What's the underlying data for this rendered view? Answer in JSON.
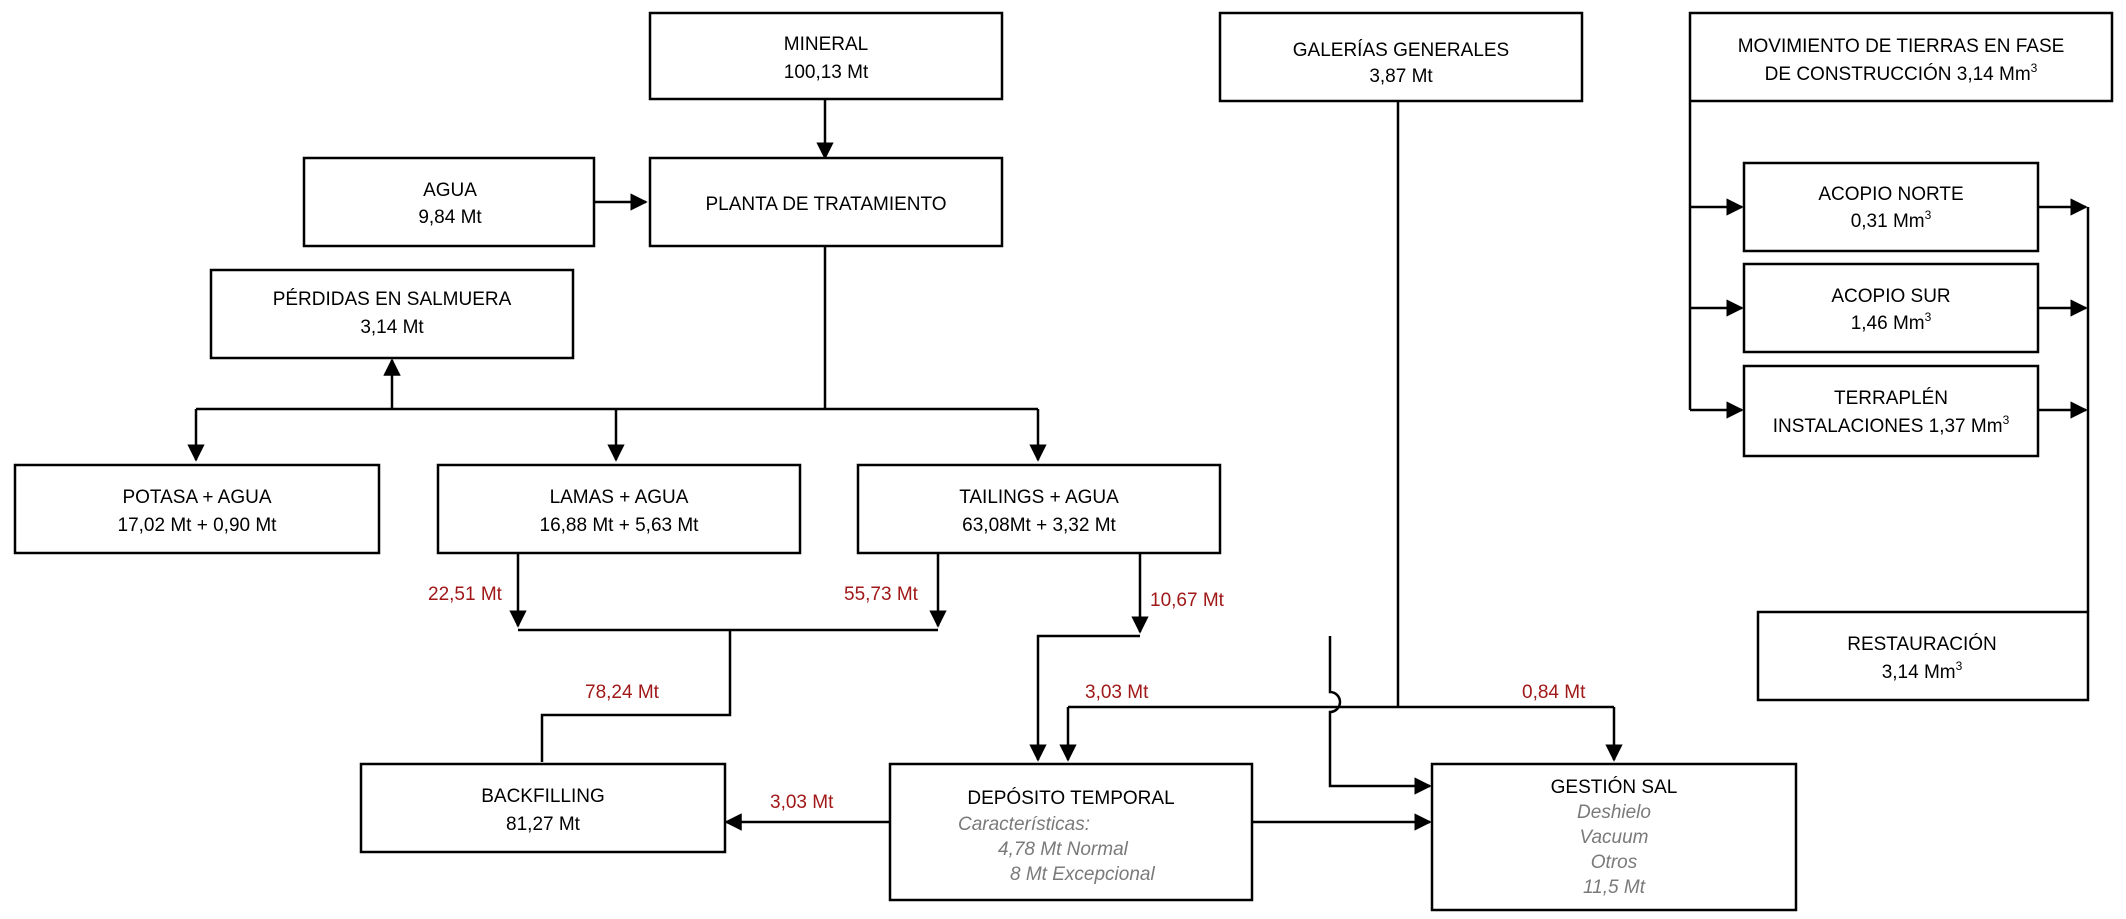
{
  "nodes": {
    "mineral": {
      "line1": "MINERAL",
      "line2": "100,13 Mt"
    },
    "agua": {
      "line1": "AGUA",
      "line2": "9,84 Mt"
    },
    "planta": {
      "line1": "PLANTA DE TRATAMIENTO"
    },
    "perdidas": {
      "line1": "PÉRDIDAS EN SALMUERA",
      "line2": "3,14 Mt"
    },
    "potasa": {
      "line1": "POTASA + AGUA",
      "line2": "17,02 Mt + 0,90 Mt"
    },
    "lamas": {
      "line1": "LAMAS + AGUA",
      "line2": "16,88 Mt + 5,63 Mt"
    },
    "tailings": {
      "line1": "TAILINGS + AGUA",
      "line2": "63,08Mt + 3,32 Mt"
    },
    "backfilling": {
      "line1": "BACKFILLING",
      "line2": "81,27 Mt"
    },
    "deposito": {
      "line1": "DEPÓSITO TEMPORAL",
      "line2": "Características:",
      "line3": "4,78 Mt Normal",
      "line4": "8 Mt Excepcional"
    },
    "gestion": {
      "line1": "GESTIÓN SAL",
      "line2": "Deshielo",
      "line3": "Vacuum",
      "line4": "Otros",
      "line5": "11,5 Mt"
    },
    "galerias": {
      "line1": "GALERÍAS GENERALES",
      "line2": "3,87 Mt"
    },
    "movimiento": {
      "line1": "MOVIMIENTO DE TIERRAS EN FASE",
      "line2_text": "DE CONSTRUCCIÓN 3,14 Mm",
      "line2_sup": "3"
    },
    "acopio_norte": {
      "line1": "ACOPIO NORTE",
      "line2_text": "0,31 Mm",
      "line2_sup": "3"
    },
    "acopio_sur": {
      "line1": "ACOPIO SUR",
      "line2_text": "1,46 Mm",
      "line2_sup": "3"
    },
    "terraplen": {
      "line1": "TERRAPLÉN",
      "line2_text": "INSTALACIONES 1,37 Mm",
      "line2_sup": "3"
    },
    "restauracion": {
      "line1": "RESTAURACIÓN",
      "line2_text": "3,14 Mm",
      "line2_sup": "3"
    }
  },
  "flow_labels": {
    "lamas_out": "22,51 Mt",
    "tailings_out": "55,73 Mt",
    "tailings_to_deposito": "10,67 Mt",
    "to_backfilling": "78,24 Mt",
    "deposito_to_backfilling": "3,03 Mt",
    "galerias_to_deposito": "3,03 Mt",
    "galerias_to_gestion": "0,84 Mt"
  },
  "colors": {
    "flow_label": "#a01818",
    "italic_text": "#7a7a7a",
    "line": "#000000"
  }
}
